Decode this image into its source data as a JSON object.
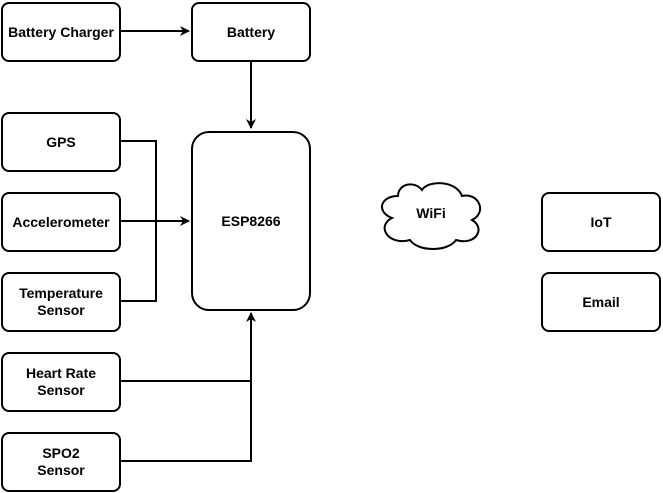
{
  "diagram": {
    "nodes": {
      "battery_charger": "Battery Charger",
      "battery": "Battery",
      "gps": "GPS",
      "accelerometer": "Accelerometer",
      "temperature_sensor": "Temperature\nSensor",
      "heart_rate_sensor": "Heart Rate\nSensor",
      "spo2_sensor": "SPO2\nSensor",
      "esp8266": "ESP8266",
      "wifi": "WiFi",
      "iot": "IoT",
      "email": "Email"
    },
    "edges": [
      {
        "from": "Battery Charger",
        "to": "Battery"
      },
      {
        "from": "Battery",
        "to": "ESP8266"
      },
      {
        "from": "GPS",
        "to": "ESP8266"
      },
      {
        "from": "Accelerometer",
        "to": "ESP8266"
      },
      {
        "from": "Temperature Sensor",
        "to": "ESP8266"
      },
      {
        "from": "Heart Rate Sensor",
        "to": "ESP8266"
      },
      {
        "from": "SPO2 Sensor",
        "to": "ESP8266"
      }
    ],
    "colors": {
      "stroke": "#000000",
      "fill": "#ffffff"
    }
  }
}
